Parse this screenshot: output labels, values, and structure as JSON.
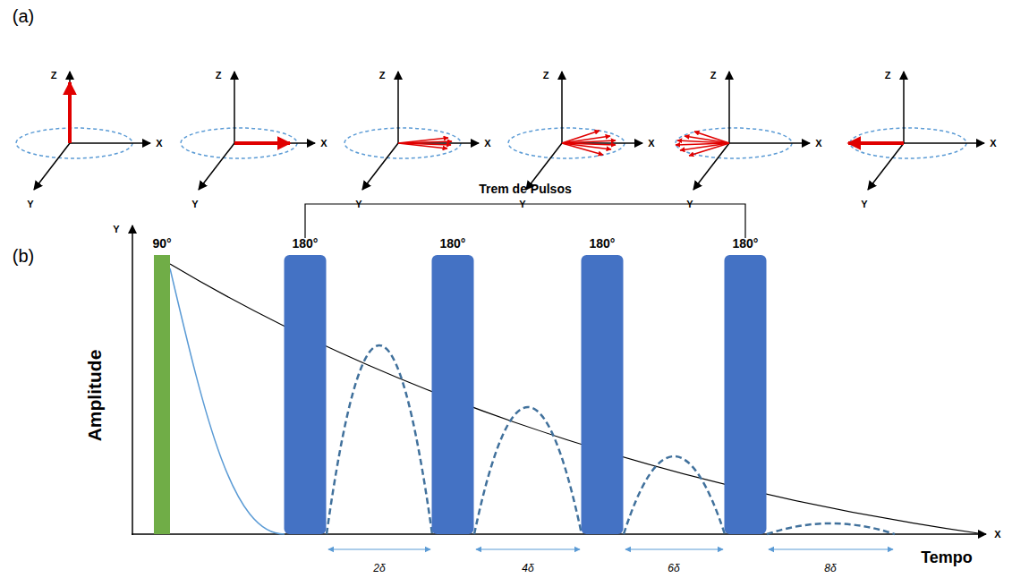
{
  "diagram": {
    "nodes": [
      {
        "text": [
          "90°"
        ]
      },
      {
        "text": [
          "180°"
        ]
      },
      {
        "text": [
          "180°"
        ]
      },
      {
        "text": [
          "180°"
        ]
      },
      {
        "text": [
          "180°"
        ]
      }
    ],
    "labels": [
      "(a)",
      "Z",
      "X",
      "Y",
      "Z",
      "X",
      "Y",
      "Z",
      "X",
      "Y",
      "Z",
      "X",
      "Y",
      "Z",
      "X",
      "Y",
      "Z",
      "X",
      "Y",
      "(b)",
      "Y",
      "Amplitude",
      "Trem de Pulsos",
      "2δ",
      "4δ",
      "6δ",
      "8δ",
      "X",
      "Tempo"
    ]
  }
}
